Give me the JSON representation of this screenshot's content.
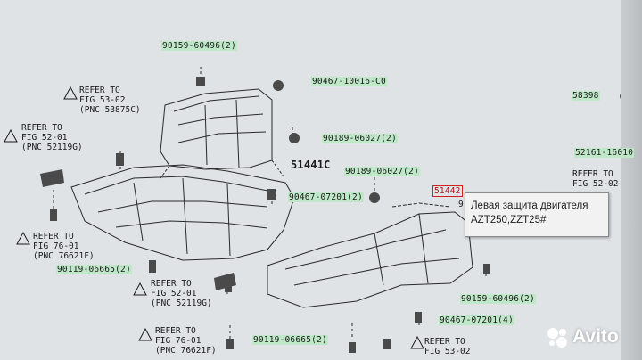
{
  "labels": {
    "p1": "90159-60496(2)",
    "p2": "90467-10016-C0",
    "p3": "90189-06027(2)",
    "p4": "51441C",
    "p5": "90189-06027(2)",
    "p6": "90467-07201(2)",
    "p7": "51442",
    "p8": "9",
    "p9": "90119-06665(2)",
    "p10": "90119-06665(2)",
    "p11": "90159-60496(2)",
    "p12": "90467-07201(4)",
    "p13": "58398",
    "p14": "52161-16010"
  },
  "refs": {
    "r1": "REFER TO\nFIG 53-02\n(PNC 53875C)",
    "r2": "REFER TO\nFIG 52-01\n(PNC 52119G)",
    "r3": "REFER TO\nFIG 76-01\n(PNC 76621F)",
    "r4": "REFER TO\nFIG 52-01\n(PNC 52119G)",
    "r5": "REFER TO\nFIG 76-01\n(PNC 76621F)",
    "r6": "REFER TO\nFIG 53-02",
    "r7": "REFER TO\nFIG 52-02"
  },
  "tooltip": {
    "line1": "Левая защита двигателя",
    "line2": "AZT250,ZZT25#"
  },
  "watermark": {
    "brand": "Avito",
    "color": "#ffffff"
  }
}
